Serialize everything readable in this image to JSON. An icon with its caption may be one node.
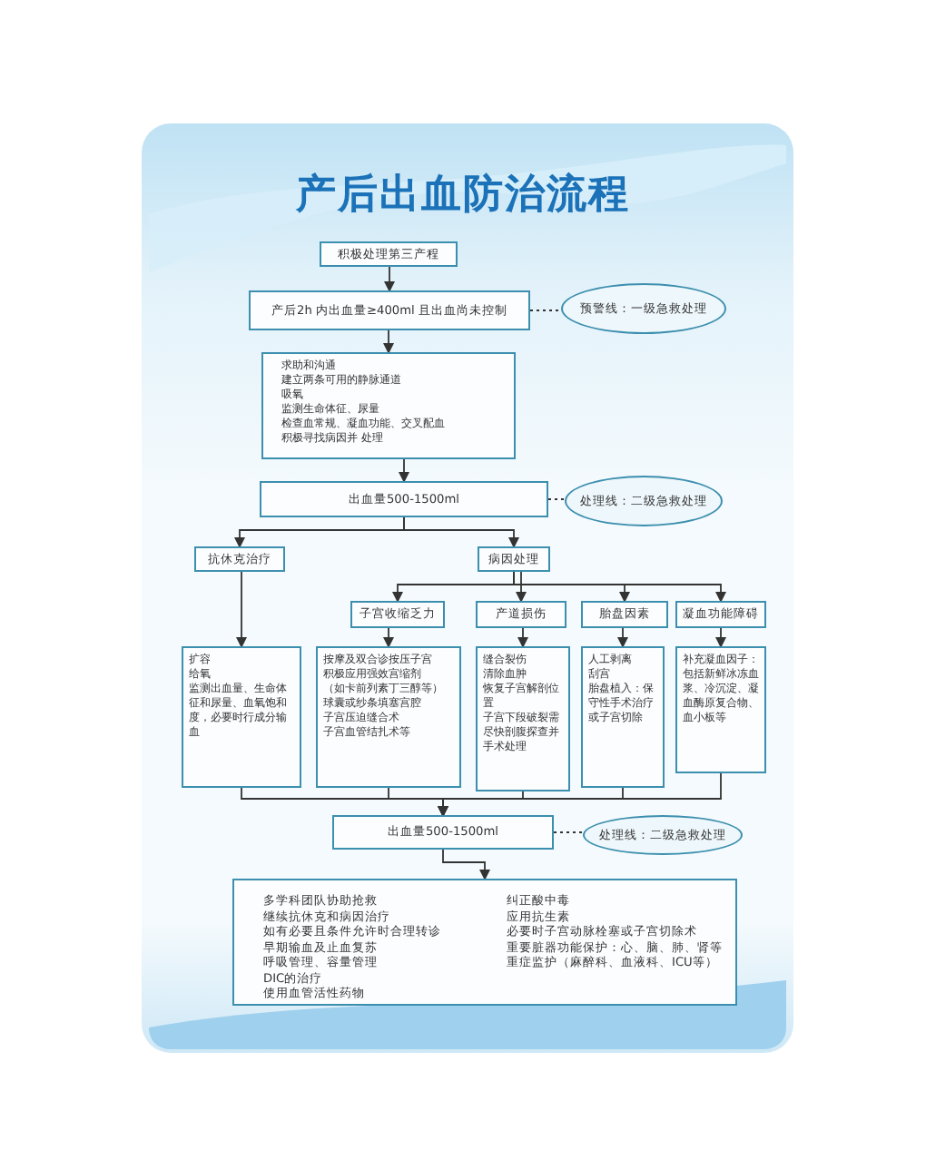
{
  "diagram": {
    "title": "产后出血防治流程",
    "nodes": [
      {
        "text": [
          "积极处理第三产程"
        ]
      },
      {
        "text": [
          "产后2h 内出血量≥400ml 且出血尚未控制"
        ]
      },
      {
        "text": [
          "预警线：一级急救处理"
        ]
      },
      {
        "text": [
          "求助和沟通",
          "建立两条可用的静脉通道",
          "吸氧",
          "监测生命体征、尿量",
          "检查血常规、凝血功能、交叉配血",
          "积极寻找病因并 处理"
        ]
      },
      {
        "text": [
          "出血量500-1500ml"
        ]
      },
      {
        "text": [
          "处理线：二级急救处理"
        ]
      },
      {
        "text": [
          "抗休克治疗"
        ]
      },
      {
        "text": [
          "病因处理"
        ]
      },
      {
        "text": [
          "子宫收缩乏力"
        ]
      },
      {
        "text": [
          "产道损伤"
        ]
      },
      {
        "text": [
          "胎盘因素"
        ]
      },
      {
        "text": [
          "凝血功能障碍"
        ]
      },
      {
        "text": [
          "扩容",
          "给氧",
          "监测出血量、生命体征和尿量、血氧饱和度，必要时行成分输血"
        ]
      },
      {
        "text": [
          "按摩及双合诊按压子宫",
          "积极应用强效宫缩剂",
          "（如卡前列素丁三醇等）",
          "球囊或纱条填塞宫腔",
          "子宫压迫缝合术",
          "子宫血管结扎术等"
        ]
      },
      {
        "text": [
          "缝合裂伤",
          "清除血肿",
          "恢复子宫解剖位置",
          "子宫下段破裂需尽快剖腹探查并手术处理"
        ]
      },
      {
        "text": [
          "人工剥离",
          "刮宫",
          "胎盘植入：保守性手术治疗或子宫切除"
        ]
      },
      {
        "text": [
          "补充凝血因子：包括新鲜冰冻血浆、冷沉淀、凝血酶原复合物、血小板等"
        ]
      },
      {
        "text": [
          "出血量500-1500ml"
        ]
      },
      {
        "text": [
          "处理线：二级急救处理"
        ]
      },
      {
        "text": [
          "多学科团队协助抢救",
          "继续抗休克和病因治疗",
          "如有必要且条件允许时合理转诊",
          "早期输血及止血复苏",
          "呼吸管理、容量管理",
          "DIC的治疗",
          "使用血管活性药物",
          "纠正酸中毒",
          "应用抗生素",
          "必要时子宫动脉栓塞或子宫切除术",
          "重要脏器功能保护：心、脑、肺、肾等",
          "重症监护（麻醉科、血液科、ICU等）"
        ]
      }
    ],
    "edges": [
      {
        "from": 0,
        "to": 1,
        "arrow": "to"
      },
      {
        "from": 1,
        "to": 2,
        "arrow": "none",
        "style": "dashed"
      },
      {
        "from": 1,
        "to": 3,
        "arrow": "to"
      },
      {
        "from": 3,
        "to": 4,
        "arrow": "to"
      },
      {
        "from": 4,
        "to": 5,
        "arrow": "none",
        "style": "dashed"
      },
      {
        "from": 4,
        "to": 6,
        "arrow": "to"
      },
      {
        "from": 4,
        "to": 7,
        "arrow": "to"
      },
      {
        "from": 7,
        "to": 8,
        "arrow": "to"
      },
      {
        "from": 7,
        "to": 9,
        "arrow": "to"
      },
      {
        "from": 7,
        "to": 10,
        "arrow": "to"
      },
      {
        "from": 7,
        "to": 11,
        "arrow": "to"
      },
      {
        "from": 6,
        "to": 12,
        "arrow": "to"
      },
      {
        "from": 8,
        "to": 13,
        "arrow": "to"
      },
      {
        "from": 9,
        "to": 14,
        "arrow": "to"
      },
      {
        "from": 10,
        "to": 15,
        "arrow": "to"
      },
      {
        "from": 11,
        "to": 16,
        "arrow": "to"
      },
      {
        "from": 12,
        "to": 17,
        "arrow": "to"
      },
      {
        "from": 13,
        "to": 17,
        "arrow": "to"
      },
      {
        "from": 14,
        "to": 17,
        "arrow": "to"
      },
      {
        "from": 15,
        "to": 17,
        "arrow": "to"
      },
      {
        "from": 16,
        "to": 17,
        "arrow": "to"
      },
      {
        "from": 17,
        "to": 18,
        "arrow": "none",
        "style": "dashed"
      },
      {
        "from": 17,
        "to": 19,
        "arrow": "to"
      }
    ]
  }
}
